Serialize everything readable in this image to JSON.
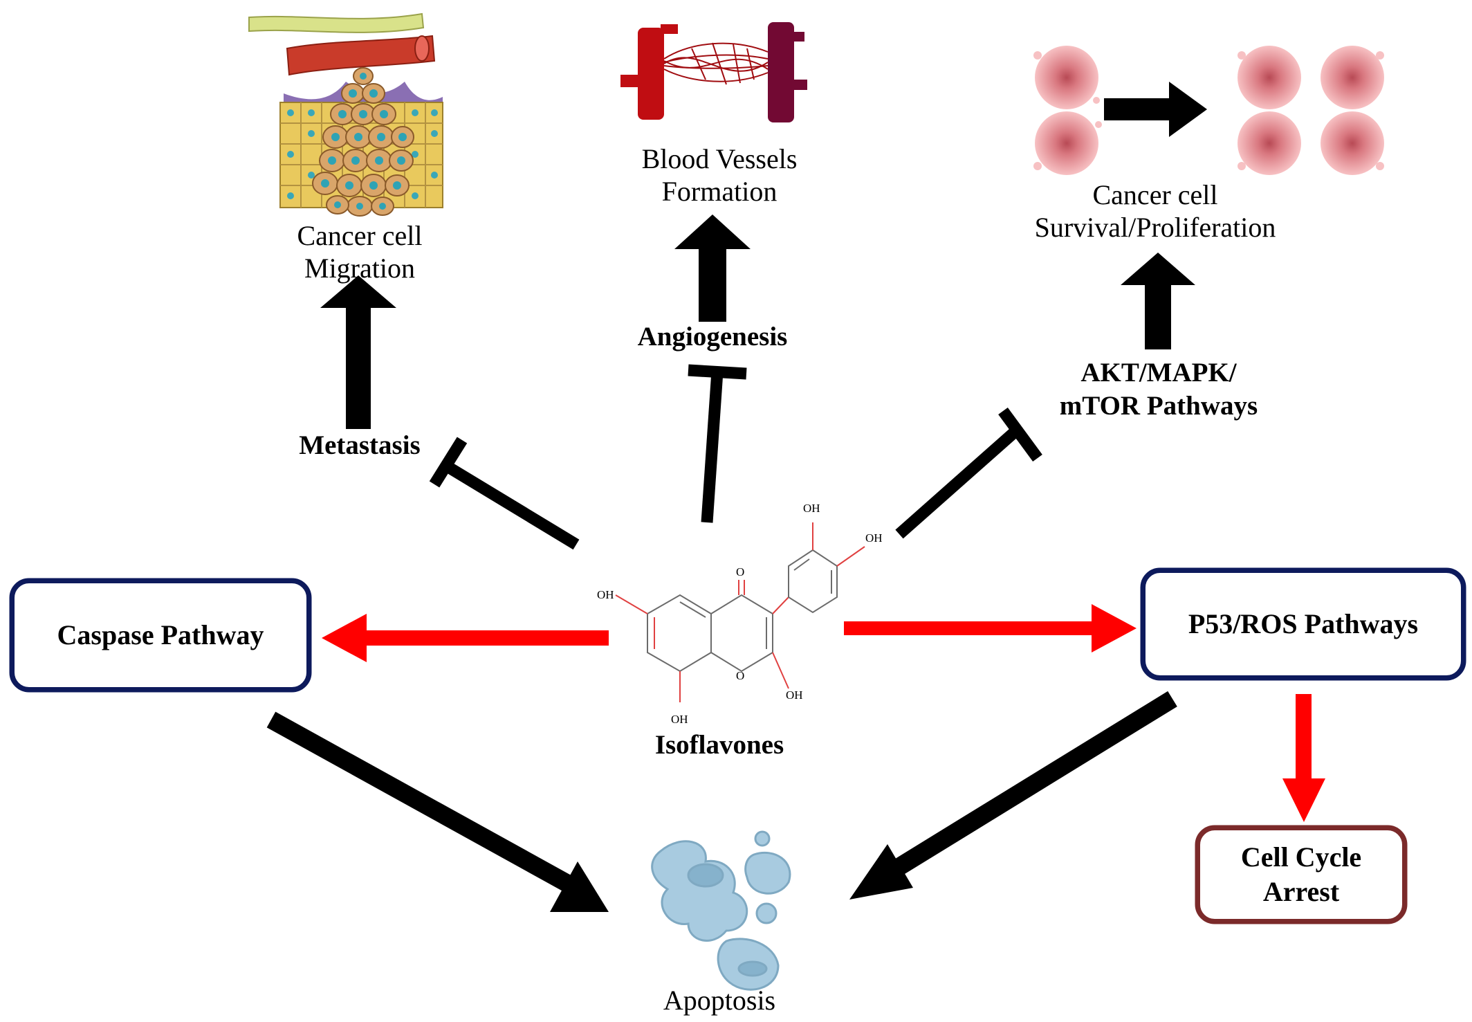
{
  "molecule": {
    "name": "Isoflavones",
    "oh_label": "OH",
    "o_label": "O"
  },
  "top": {
    "migration": {
      "line1": "Cancer cell",
      "line2": "Migration"
    },
    "vessels": {
      "line1": "Blood Vessels",
      "line2": "Formation"
    },
    "survival": {
      "line1": "Cancer cell",
      "line2": "Survival/Proliferation"
    }
  },
  "inhibited": {
    "metastasis": "Metastasis",
    "angiogenesis": "Angiogenesis",
    "akt": {
      "line1": "AKT/MAPK/",
      "line2": "mTOR Pathways"
    }
  },
  "boxes": {
    "caspase": "Caspase Pathway",
    "p53": "P53/ROS Pathways",
    "arrest": {
      "line1": "Cell Cycle",
      "line2": "Arrest"
    }
  },
  "bottom": {
    "apoptosis": "Apoptosis"
  },
  "colors": {
    "activation_arrow": "#ff0000",
    "inhibition_and_flow": "#000000",
    "box_border_blue": "#0d1a5c",
    "box_border_brown": "#7b2a2a",
    "apoptosis_cell": "#a8cbe0",
    "cancer_cell": "#f2a5a8",
    "vessel_red": "#c00d12",
    "vessel_dark": "#720933"
  }
}
